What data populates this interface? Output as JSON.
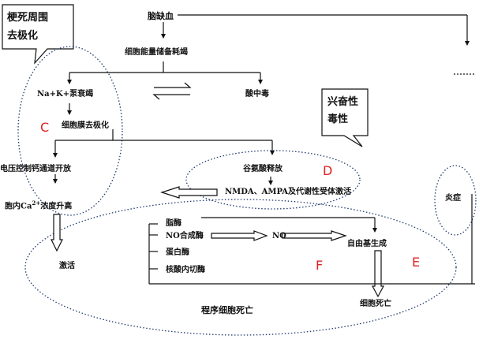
{
  "callouts": {
    "infarct_periphery": [
      "梗死周围",
      "去极化"
    ],
    "excitotoxicity": [
      "兴奋性",
      "毒性"
    ]
  },
  "nodes": {
    "cerebral_ischemia": "脑缺血",
    "energy_depletion": "细胞能量储备耗竭",
    "na_k_pump_failure": "Na+K+泵衰竭",
    "acidosis": "酸中毒",
    "membrane_depolarization": "细胞膜去极化",
    "glutamate_release": "谷氨酸释放",
    "vgcc_opening": "电压控制钙通道开放",
    "receptor_activation": "NMDA、AMPA及代谢性受体激活",
    "calcium_rise_prefix": "胞内Ca",
    "calcium_superscript": "2+",
    "calcium_rise_suffix": "浓度升高",
    "inflammation": "炎症",
    "lipase": "脂酶",
    "nos": "NO合成酶",
    "no": "NO",
    "free_radicals": "自由基生成",
    "protease": "蛋白酶",
    "endonuclease": "核酸内切酶",
    "activation": "激活",
    "necrosis": "细胞死亡",
    "apoptosis": "程序细胞死亡"
  },
  "region_labels": [
    "C",
    "D",
    "E",
    "F"
  ],
  "colors": {
    "region_label": "#e02020",
    "region_outline": "#1f3a6e",
    "line": "#111111"
  }
}
